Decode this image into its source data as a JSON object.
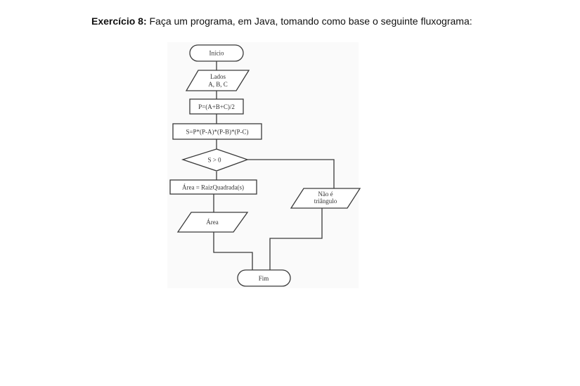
{
  "exercise": {
    "label": "Exercício 8:",
    "instruction": " Faça um programa, em Java, tomando como base o seguinte fluxograma:"
  },
  "flowchart": {
    "start": "Início",
    "input": [
      "Lados",
      "A, B, C"
    ],
    "compute_p": "P=(A+B+C)/2",
    "compute_s": "S=P*(P-A)*(P-B)*(P-C)",
    "decision": "S > 0",
    "compute_area": "Área = RaizQuadrada(s)",
    "output_area": "Área",
    "output_not_triangle": [
      "Não é",
      "triângulo"
    ],
    "end": "Fim"
  }
}
